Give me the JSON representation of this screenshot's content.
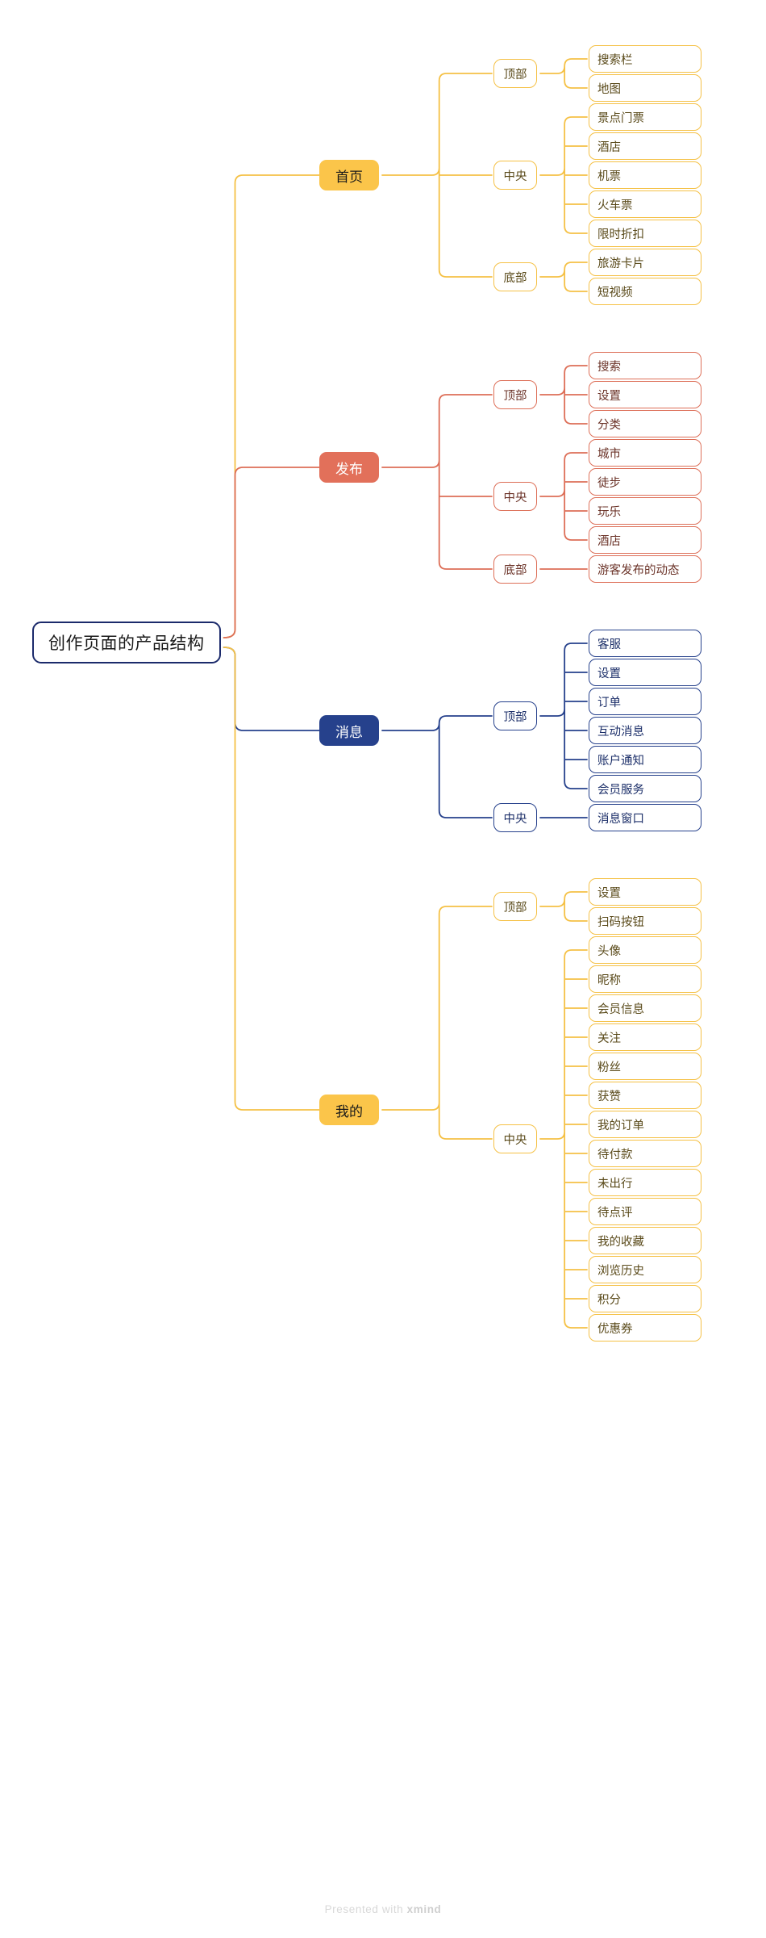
{
  "title": "创作页面的产品结构",
  "footer": {
    "prefix": "Presented with ",
    "brand": "xmind"
  },
  "colors": {
    "root_border": "#1b2a6b",
    "yellow_fill": "#fbc54a",
    "yellow_line": "#f5c146",
    "red_fill": "#e2705a",
    "red_line": "#dd6f58",
    "blue_fill": "#26418c",
    "blue_line": "#26418c",
    "footer_text": "#d8d8d8"
  },
  "root": {
    "label": "创作页面的产品结构"
  },
  "branches": [
    {
      "label": "首页",
      "color": "yellow",
      "groups": [
        {
          "label": "顶部",
          "items": [
            {
              "label": "搜索栏"
            },
            {
              "label": "地图"
            }
          ]
        },
        {
          "label": "中央",
          "items": [
            {
              "label": "景点门票"
            },
            {
              "label": "酒店"
            },
            {
              "label": "机票"
            },
            {
              "label": "火车票"
            },
            {
              "label": "限时折扣"
            }
          ]
        },
        {
          "label": "底部",
          "items": [
            {
              "label": "旅游卡片"
            },
            {
              "label": "短视频"
            }
          ]
        }
      ]
    },
    {
      "label": "发布",
      "color": "red",
      "groups": [
        {
          "label": "顶部",
          "items": [
            {
              "label": "搜索"
            },
            {
              "label": "设置"
            },
            {
              "label": "分类"
            }
          ]
        },
        {
          "label": "中央",
          "items": [
            {
              "label": "城市"
            },
            {
              "label": "徒步"
            },
            {
              "label": "玩乐"
            },
            {
              "label": "酒店"
            }
          ]
        },
        {
          "label": "底部",
          "items": [
            {
              "label": "游客发布的动态"
            }
          ]
        }
      ]
    },
    {
      "label": "消息",
      "color": "blue",
      "groups": [
        {
          "label": "顶部",
          "items": [
            {
              "label": "客服"
            },
            {
              "label": "设置"
            },
            {
              "label": "订单"
            },
            {
              "label": "互动消息"
            },
            {
              "label": "账户通知"
            },
            {
              "label": "会员服务"
            }
          ]
        },
        {
          "label": "中央",
          "items": [
            {
              "label": "消息窗口"
            }
          ]
        }
      ]
    },
    {
      "label": "我的",
      "color": "yellow",
      "groups": [
        {
          "label": "顶部",
          "items": [
            {
              "label": "设置"
            },
            {
              "label": "扫码按钮"
            }
          ]
        },
        {
          "label": "中央",
          "items": [
            {
              "label": "头像"
            },
            {
              "label": "昵称"
            },
            {
              "label": "会员信息"
            },
            {
              "label": "关注"
            },
            {
              "label": "粉丝"
            },
            {
              "label": "获赞"
            },
            {
              "label": "我的订单"
            },
            {
              "label": "待付款"
            },
            {
              "label": "未出行"
            },
            {
              "label": "待点评"
            },
            {
              "label": "我的收藏"
            },
            {
              "label": "浏览历史"
            },
            {
              "label": "积分"
            },
            {
              "label": "优惠券"
            }
          ]
        }
      ]
    }
  ]
}
